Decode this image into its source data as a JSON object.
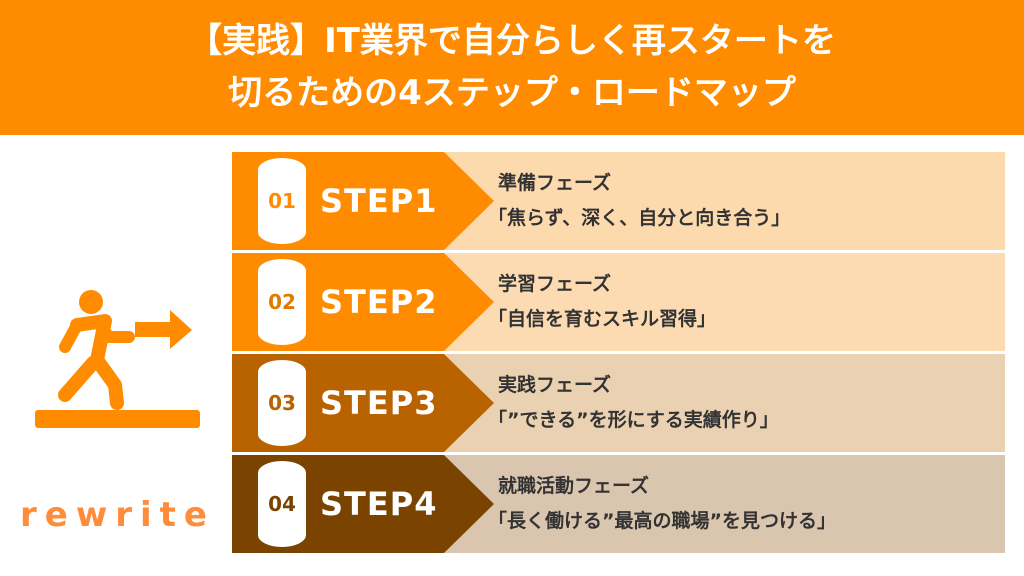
{
  "header": {
    "line1": "【実践】IT業界で自分らしく再スタートを",
    "line2": "切るための4ステップ・ロードマップ"
  },
  "steps": [
    {
      "num": "01",
      "label": "STEP1",
      "phase": "準備フェーズ",
      "desc": "「焦らず、深く、自分と向き合う」",
      "color": "#FF8C00",
      "panel": "#FDD9AE"
    },
    {
      "num": "02",
      "label": "STEP2",
      "phase": "学習フェーズ",
      "desc": "「自信を育むスキル習得」",
      "color": "#FF8C00",
      "panel": "#FCDBB2"
    },
    {
      "num": "03",
      "label": "STEP3",
      "phase": "実践フェーズ",
      "desc": "「”できる”を形にする実績作り」",
      "color": "#B86200",
      "panel": "#EAD1B1"
    },
    {
      "num": "04",
      "label": "STEP4",
      "phase": "就職活動フェーズ",
      "desc": "「長く働ける”最高の職場”を見つける」",
      "color": "#7A4400",
      "panel": "#DAC5AE"
    }
  ],
  "logo": {
    "text": "rewrite"
  }
}
